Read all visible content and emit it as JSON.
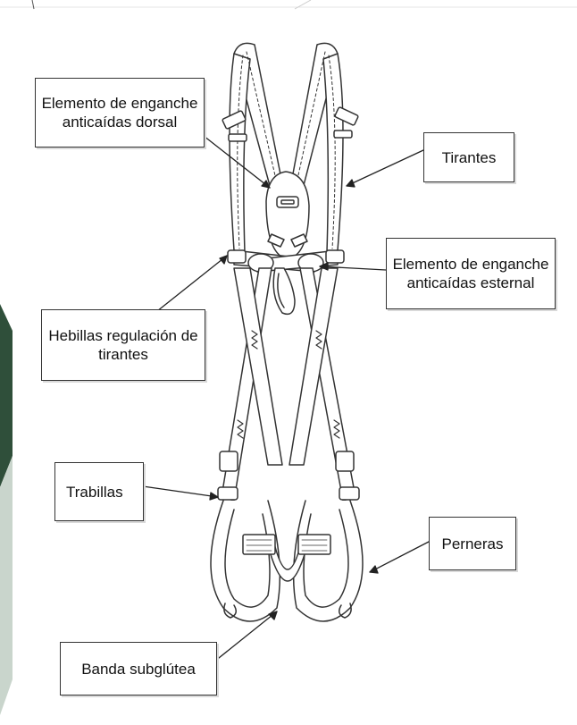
{
  "diagram": {
    "labels": {
      "dorsal": [
        "Elemento de enganche",
        "anticaídas dorsal"
      ],
      "tirantes": "Tirantes",
      "esternal": [
        "Elemento de enganche",
        "anticaídas esternal"
      ],
      "hebillas": [
        "Hebillas regulación de",
        "tirantes"
      ],
      "trabillas": "Trabillas",
      "perneras": "Perneras",
      "banda": "Banda subglútea"
    },
    "colors": {
      "line": "#333333",
      "slide_accent": "#2f4f3a",
      "slide_pale": "#c9d5cc"
    }
  }
}
